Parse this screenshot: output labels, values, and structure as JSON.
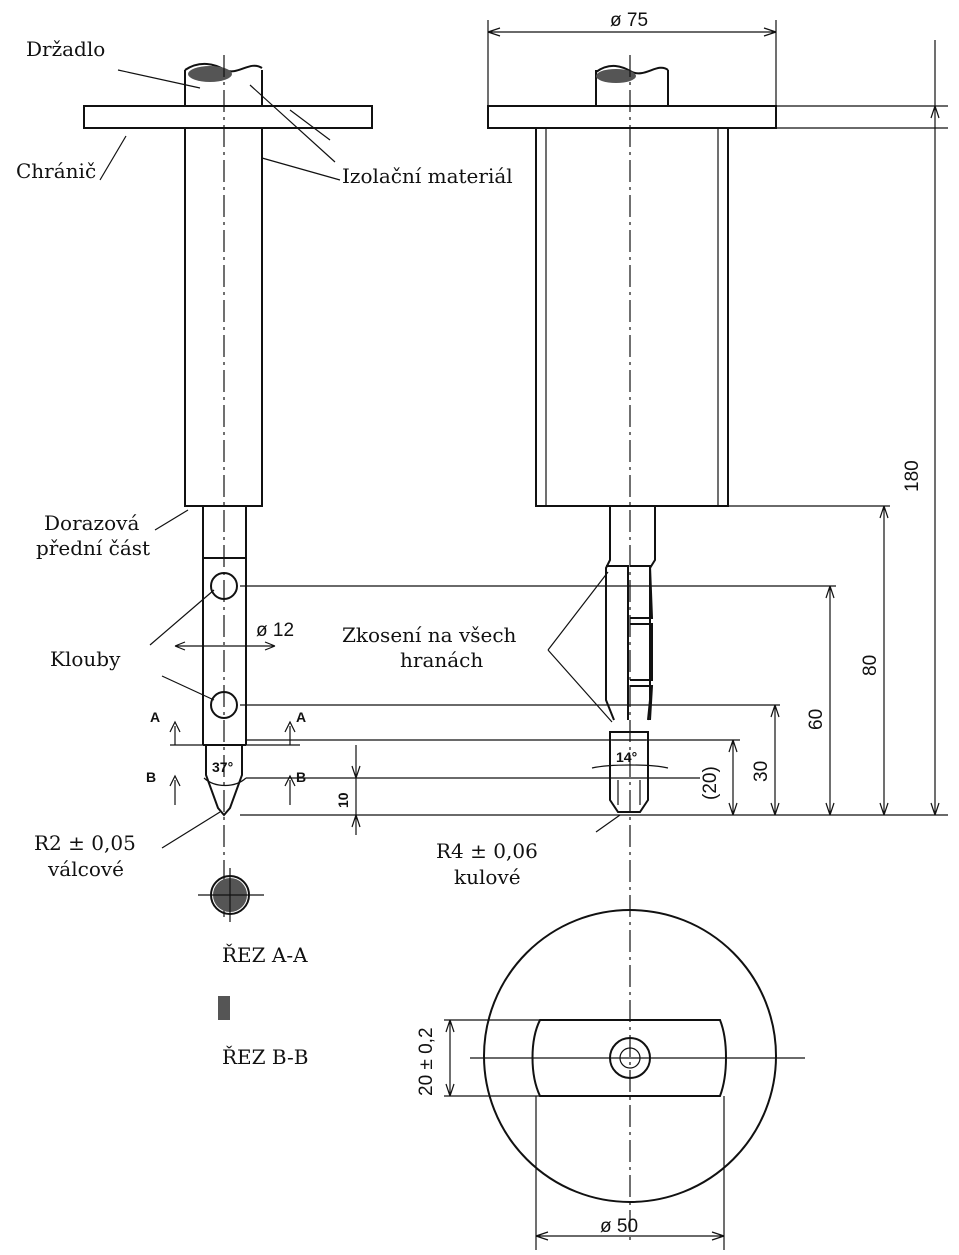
{
  "labels": {
    "handle": "Držadlo",
    "guard": "Chránič",
    "insulation": "Izolační materiál",
    "stop_part_line1": "Dorazová",
    "stop_part_line2": "přední část",
    "joints": "Klouby",
    "chamfer_line1": "Zkosení na všech",
    "chamfer_line2": "hranách",
    "r2_line1": "R2 ± 0,05",
    "r2_line2": "válcové",
    "r4_line1": "R4 ± 0,06",
    "r4_line2": "kulové",
    "section_aa": "ŘEZ A-A",
    "section_bb": "ŘEZ B-B"
  },
  "dimensions": {
    "d75": "ø 75",
    "d12": "ø 12",
    "d50": "ø 50",
    "l180": "180",
    "l80": "80",
    "l60": "60",
    "l30": "30",
    "l20": "(20)",
    "l10": "10",
    "w20": "20 ± 0,2",
    "angle37": "37°",
    "angle14": "14°"
  },
  "section_markers": {
    "a": "A",
    "b": "B"
  }
}
